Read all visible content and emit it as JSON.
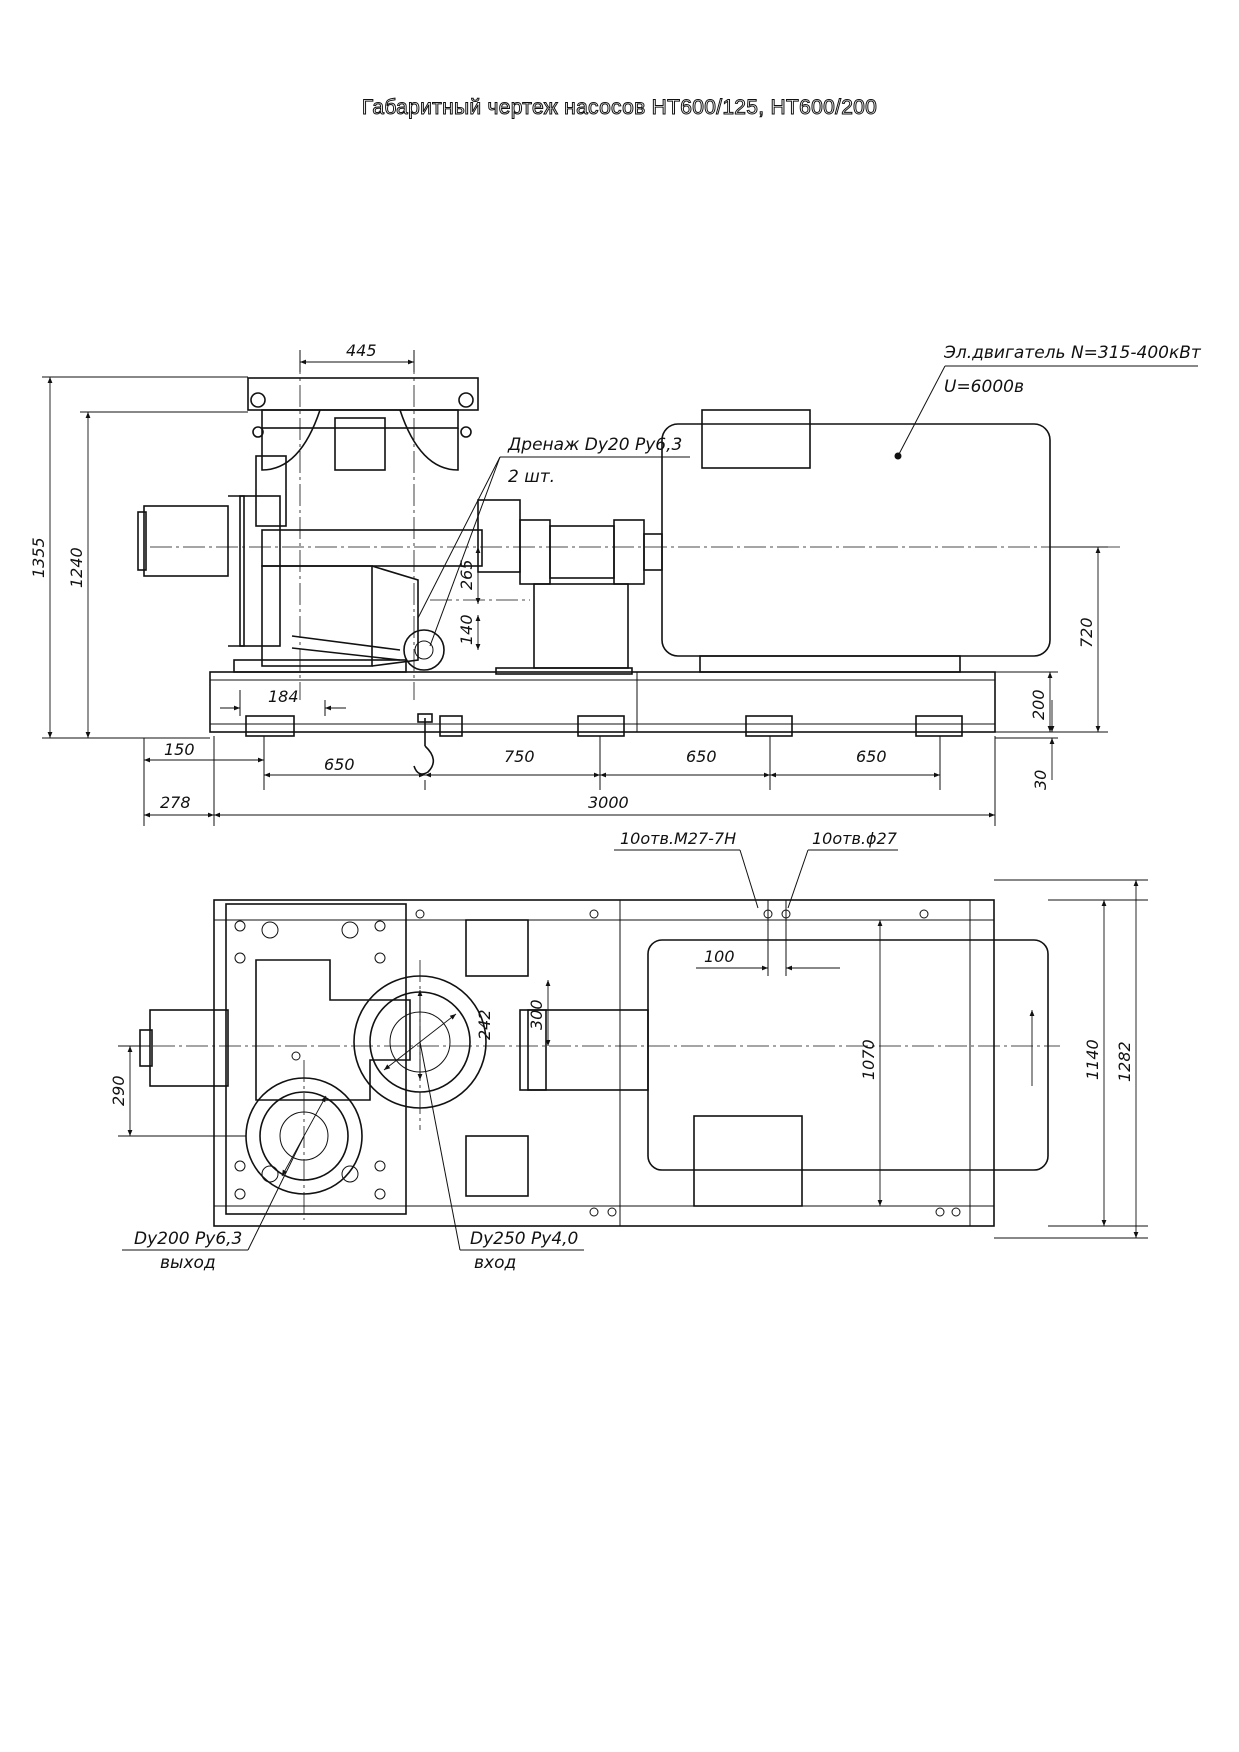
{
  "title": "Габаритный чертеж насосов  НТ600/125, НТ600/200",
  "side_view": {
    "dims": {
      "d445": "445",
      "d1355": "1355",
      "d1240": "1240",
      "d265": "265",
      "d140": "140",
      "d720": "720",
      "d200": "200",
      "d30": "30",
      "d184": "184",
      "d150": "150",
      "d650a": "650",
      "d750": "750",
      "d650b": "650",
      "d650c": "650",
      "d278": "278",
      "d3000": "3000"
    },
    "labels": {
      "motor_line1": "Эл.двигатель N=315-400кВт",
      "motor_line2": "U=6000в",
      "drain_line1": "Дренаж Dу20 Рy6,3",
      "drain_line2": "2 шт."
    }
  },
  "top_view": {
    "dims": {
      "holes_thread": "10отв.М27-7Н",
      "holes_dia": "10отв.ϕ27",
      "d100": "100",
      "d300": "300",
      "d242": "242",
      "d290": "290",
      "d1070": "1070",
      "d1140": "1140",
      "d1282": "1282"
    },
    "labels": {
      "outlet_line1": "Dу200 Рy6,3",
      "outlet_line2": "выход",
      "inlet_line1": "Dу250 Рy4,0",
      "inlet_line2": "вход"
    }
  }
}
